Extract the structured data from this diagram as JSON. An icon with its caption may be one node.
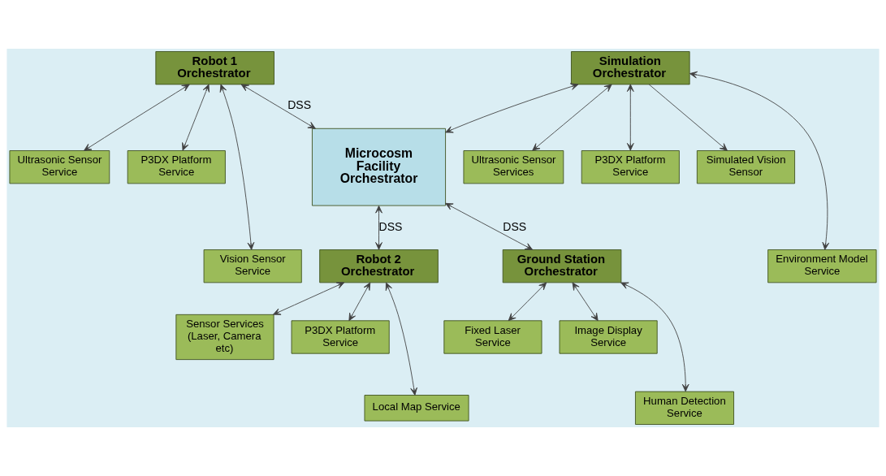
{
  "diagram": {
    "nodes": [
      {
        "text": [
          "Robot 1 Orchestrator"
        ]
      },
      {
        "text": [
          "Ultrasonic Sensor Service"
        ]
      },
      {
        "text": [
          "P3DX Platform Service"
        ]
      },
      {
        "text": [
          "Vision Sensor Service"
        ]
      },
      {
        "text": [
          "Microcosm Facility Orchestrator"
        ]
      },
      {
        "text": [
          "Simulation Orchestrator"
        ]
      },
      {
        "text": [
          "Ultrasonic Sensor Services"
        ]
      },
      {
        "text": [
          "P3DX Platform Service"
        ]
      },
      {
        "text": [
          "Simulated Vision Sensor"
        ]
      },
      {
        "text": [
          "Environment Model Service"
        ]
      },
      {
        "text": [
          "Robot 2 Orchestrator"
        ]
      },
      {
        "text": [
          "Sensor Services (Laser, Camera etc)"
        ]
      },
      {
        "text": [
          "P3DX Platform Service"
        ]
      },
      {
        "text": [
          "Local Map Service"
        ]
      },
      {
        "text": [
          "Ground Station Orchestrator"
        ]
      },
      {
        "text": [
          "Fixed Laser Service"
        ]
      },
      {
        "text": [
          "Image Display Service"
        ]
      },
      {
        "text": [
          "Human Detection Service"
        ]
      }
    ],
    "edges": [
      {
        "from": 0,
        "to": 1,
        "arrow": "both"
      },
      {
        "from": 0,
        "to": 3,
        "arrow": "both"
      },
      {
        "from": 0,
        "to": 2,
        "arrow": "both"
      },
      {
        "from": 0,
        "to": 4,
        "arrow": "both",
        "label": "DSS"
      },
      {
        "from": 5,
        "to": 4,
        "arrow": "both"
      },
      {
        "from": 5,
        "to": 6,
        "arrow": "both"
      },
      {
        "from": 5,
        "to": 9,
        "arrow": "both"
      },
      {
        "from": 5,
        "to": 7,
        "arrow": "both"
      },
      {
        "from": 5,
        "to": 8,
        "arrow": "to"
      },
      {
        "from": 4,
        "to": 10,
        "arrow": "both",
        "label": "DSS"
      },
      {
        "from": 4,
        "to": 14,
        "arrow": "both",
        "label": "DSS"
      },
      {
        "from": 10,
        "to": 11,
        "arrow": "both"
      },
      {
        "from": 10,
        "to": 13,
        "arrow": "both"
      },
      {
        "from": 10,
        "to": 12,
        "arrow": "both"
      },
      {
        "from": 14,
        "to": 15,
        "arrow": "both"
      },
      {
        "from": 14,
        "to": 17,
        "arrow": "both"
      },
      {
        "from": 14,
        "to": 16,
        "arrow": "both"
      }
    ]
  }
}
